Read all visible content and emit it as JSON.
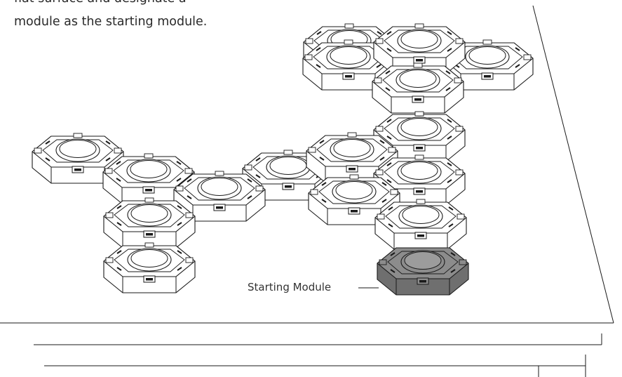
{
  "instructions": {
    "line1": "flat surface and designate a",
    "line2": "module as the starting module."
  },
  "callout": {
    "label": "Starting Module"
  },
  "colors": {
    "line": "#1a1a1a",
    "starting_module_fill": "#8c8c8c",
    "starting_module_side": "#6f6f6f",
    "module_fill": "#ffffff"
  }
}
